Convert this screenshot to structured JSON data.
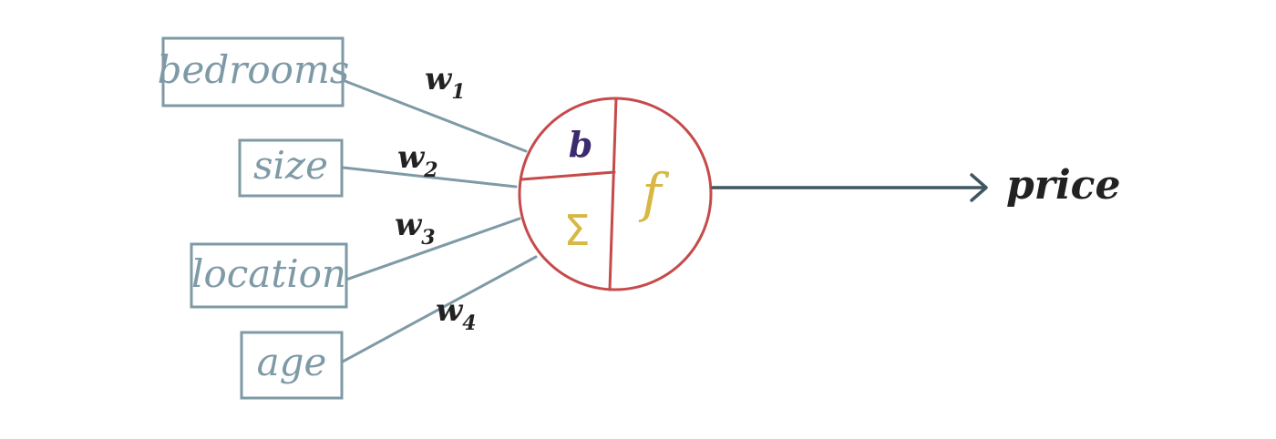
{
  "inputs": [
    {
      "label": "bedrooms"
    },
    {
      "label": "size"
    },
    {
      "label": "location"
    },
    {
      "label": "age"
    }
  ],
  "weights": [
    {
      "letter": "w",
      "sub": "1"
    },
    {
      "letter": "w",
      "sub": "2"
    },
    {
      "letter": "w",
      "sub": "3"
    },
    {
      "letter": "w",
      "sub": "4"
    }
  ],
  "neuron": {
    "bias_label": "b",
    "sum_label": "Σ",
    "activation_label": "f"
  },
  "output": {
    "label": "price"
  },
  "colors": {
    "input_stroke": "#7e9aa6",
    "input_text": "#7e9aa6",
    "edge": "#7e9aa6",
    "neuron_stroke": "#c64a4a",
    "bias": "#3c2a6e",
    "sum": "#d8b743",
    "activation": "#d8b743",
    "arrow": "#3f5660",
    "dark_text": "#222222"
  }
}
